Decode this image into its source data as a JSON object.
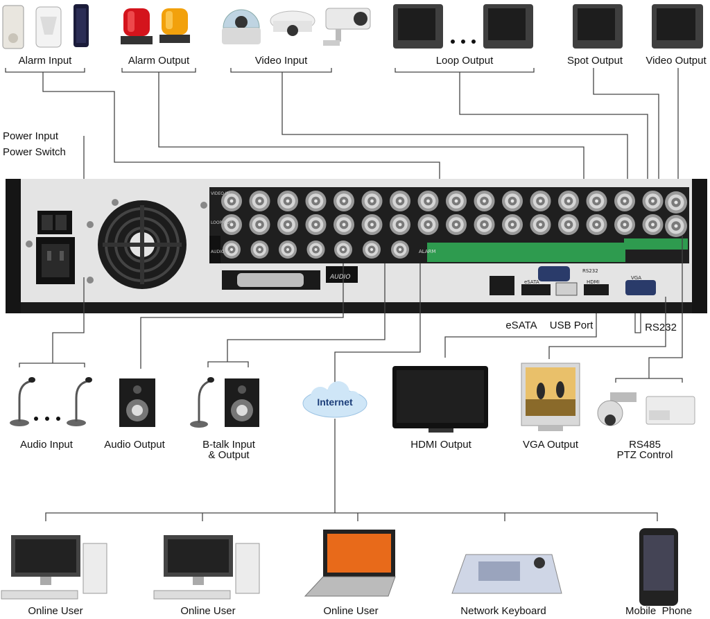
{
  "top_devices": {
    "alarm_input": "Alarm Input",
    "alarm_output": "Alarm Output",
    "video_input": "Video Input",
    "loop_output": "Loop Output",
    "spot_output": "Spot Output",
    "video_output": "Video Output"
  },
  "power": {
    "input": "Power Input",
    "switch": "Power Switch"
  },
  "dvr_panel": {
    "audio_label": "AUDIO",
    "alarm_label": "ALARM",
    "esata_small": "eSATA",
    "hdmi_small": "HDMI",
    "vga_small": "VGA",
    "rs232_small": "RS232",
    "video_in_label": "VIDEO IN",
    "loop_out_label": "LOOP OUT",
    "audio_in_label": "AUDIO IN"
  },
  "port_labels": {
    "esata": "eSATA",
    "usb": "USB Port",
    "rs232": "RS232"
  },
  "bottom_devices": {
    "audio_input": "Audio Input",
    "audio_output": "Audio Output",
    "btalk_line1": "B-talk Input",
    "btalk_line2": "& Output",
    "internet": "Internet",
    "hdmi_output": "HDMI Output",
    "vga_output": "VGA Output",
    "rs485_line1": "RS485",
    "rs485_line2": "PTZ Control"
  },
  "network_clients": {
    "user1": "Online User",
    "user2": "Online User",
    "user3": "Online User",
    "keyboard": "Network Keyboard",
    "phone": "Mobile  Phone"
  },
  "colors": {
    "line": "#444444",
    "panel": "#1a1a1a",
    "terminal_green": "#2e9b4f",
    "cloud": "#cfe6f7"
  }
}
